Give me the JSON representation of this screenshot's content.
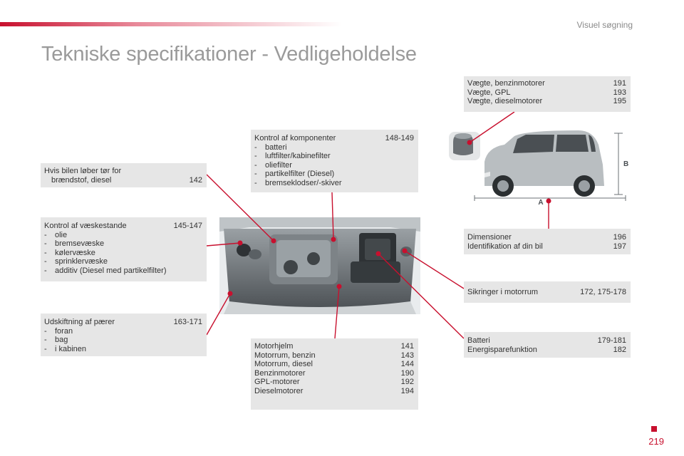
{
  "header": {
    "section": "Visuel søgning"
  },
  "title": "Tekniske specifikationer - Vedligeholdelse",
  "boxes": {
    "fuel": {
      "line1": "Hvis bilen løber tør for",
      "line2": "brændstof, diesel",
      "page": "142"
    },
    "fluids": {
      "label": "Kontrol af væskestande",
      "page": "145-147",
      "items": [
        "olie",
        "bremsevæske",
        "kølervæske",
        "sprinklervæske",
        "additiv (Diesel med partikelfilter)"
      ]
    },
    "bulbs": {
      "label": "Udskiftning af pærer",
      "page": "163-171",
      "items": [
        "foran",
        "bag",
        "i kabinen"
      ]
    },
    "components": {
      "label": "Kontrol af komponenter",
      "page": "148-149",
      "items": [
        "batteri",
        "luftfilter/kabinefilter",
        "oliefilter",
        "partikelfilter (Diesel)",
        "bremseklodser/-skiver"
      ]
    },
    "engine": {
      "rows": [
        {
          "label": "Motorhjelm",
          "page": "141"
        },
        {
          "label": "Motorrum, benzin",
          "page": "143"
        },
        {
          "label": "Motorrum, diesel",
          "page": "144"
        },
        {
          "label": "Benzinmotorer",
          "page": "190"
        },
        {
          "label": "GPL-motorer",
          "page": "192"
        },
        {
          "label": "Dieselmotorer",
          "page": "194"
        }
      ]
    },
    "weights": {
      "rows": [
        {
          "label": "Vægte, benzinmotorer",
          "page": "191"
        },
        {
          "label": "Vægte, GPL",
          "page": "193"
        },
        {
          "label": "Vægte, dieselmotorer",
          "page": "195"
        }
      ]
    },
    "dimensions": {
      "rows": [
        {
          "label": "Dimensioner",
          "page": "196"
        },
        {
          "label": "Identifikation af din bil",
          "page": "197"
        }
      ]
    },
    "fuses": {
      "label": "Sikringer i motorrum",
      "page": "172, 175-178"
    },
    "battery": {
      "rows": [
        {
          "label": "Batteri",
          "page": "179-181"
        },
        {
          "label": "Energisparefunktion",
          "page": "182"
        }
      ]
    }
  },
  "car_labels": {
    "a": "A",
    "b": "B"
  },
  "page_number": "219",
  "colors": {
    "accent": "#c8102e",
    "box_bg": "#e6e6e6",
    "title": "#9a9a9a"
  }
}
